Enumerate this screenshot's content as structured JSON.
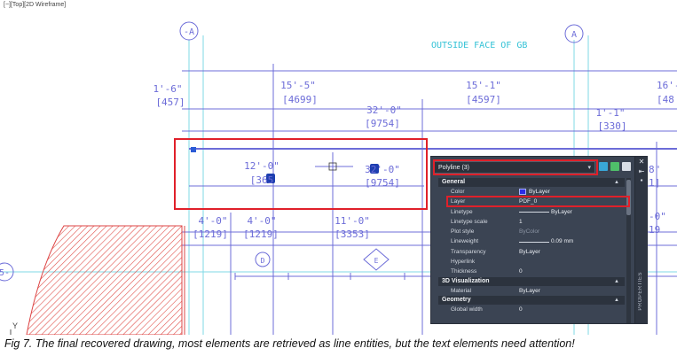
{
  "viewport": {
    "label": "[−][Top][2D Wireframe]",
    "note": "OUTSIDE FACE OF GB",
    "grid_bubbles": [
      "-A",
      "A",
      "5-",
      "D",
      "E"
    ],
    "dims": [
      {
        "top": "1'-6\"",
        "bottom": "[457]"
      },
      {
        "top": "15'-5\"",
        "bottom": "[4699]"
      },
      {
        "top": "32'-0\"",
        "bottom": "[9754]"
      },
      {
        "top": "15'-1\"",
        "bottom": "[4597]"
      },
      {
        "top": "1'-1\"",
        "bottom": "[330]"
      },
      {
        "top": "16'-",
        "bottom": "[48"
      },
      {
        "top": "12'-0\"",
        "bottom": "[365"
      },
      {
        "top": "32'-0\"",
        "bottom": "[9754]"
      },
      {
        "top": "4'-0\"",
        "bottom": "[1219]"
      },
      {
        "top": "4'-0\"",
        "bottom": "[1219]"
      },
      {
        "top": "11'-0\"",
        "bottom": "[3353]"
      },
      {
        "top": "8\"",
        "bottom": "1]"
      },
      {
        "top": "-0\"",
        "bottom": "19"
      }
    ],
    "ucs_axis": "Y"
  },
  "palette": {
    "selector": "Polyline (3)",
    "strip_label": "PROPERTIES",
    "sections": [
      {
        "title": "General",
        "rows": [
          {
            "key": "Color",
            "value": "ByLayer",
            "swatch": "#2b2be8"
          },
          {
            "key": "Layer",
            "value": "PDF_0"
          },
          {
            "key": "Linetype",
            "value": "ByLayer",
            "line": true
          },
          {
            "key": "Linetype scale",
            "value": "1"
          },
          {
            "key": "Plot style",
            "value": "ByColor",
            "dim": true
          },
          {
            "key": "Lineweight",
            "value": "0.09 mm",
            "line": true
          },
          {
            "key": "Transparency",
            "value": "ByLayer"
          },
          {
            "key": "Hyperlink",
            "value": ""
          },
          {
            "key": "Thickness",
            "value": "0"
          }
        ]
      },
      {
        "title": "3D Visualization",
        "rows": [
          {
            "key": "Material",
            "value": "ByLayer"
          }
        ]
      },
      {
        "title": "Geometry",
        "rows": [
          {
            "key": "Global width",
            "value": "0"
          }
        ]
      }
    ]
  },
  "caption": "Fig 7. The final recovered drawing, most elements are retrieved as line entities, but the text elements need attention!",
  "colors": {
    "highlight": "#e0202a",
    "dimension": "#6c6cd8",
    "cyan": "#33c2d6",
    "palette_bg": "#3b4453"
  }
}
